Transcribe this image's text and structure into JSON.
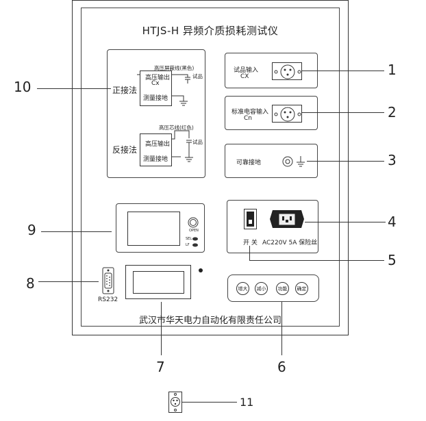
{
  "title": "HTJS-H 异频介质损耗测试仪",
  "company": "武汉市华天电力自动化有限责任公司",
  "wiring": {
    "forward": {
      "label": "正接法",
      "top_label": "高压屏蔽线(黑色)",
      "out_label": "高压输出",
      "out_sub": "Cx",
      "ground_label": "测量接地",
      "sample_label": "试品"
    },
    "reverse": {
      "label": "反接法",
      "top_label": "高压芯线(红色)",
      "out_label": "高压输出",
      "ground_label": "测量接地",
      "sample_label": "试品"
    }
  },
  "ports": {
    "sample_input": {
      "label": "试品输入",
      "sub": "CX"
    },
    "std_cap_input": {
      "label": "标准电容输入",
      "sub": "Cn"
    },
    "ground": {
      "label": "可靠接地"
    }
  },
  "power": {
    "switch_label": "开 关",
    "fuse_label": "AC220V 5A  保险丝"
  },
  "printer": {
    "open_label": "OPEN",
    "sel_label": "SEL",
    "lf_label": "LF"
  },
  "serial": {
    "label": "RS232"
  },
  "buttons": [
    "增大",
    "减小",
    "功能",
    "确定"
  ],
  "callouts": {
    "n1": "1",
    "n2": "2",
    "n3": "3",
    "n4": "4",
    "n5": "5",
    "n6": "6",
    "n7": "7",
    "n8": "8",
    "n9": "9",
    "n10": "10",
    "n11": "11"
  },
  "icons": [
    "ground-icon",
    "connector-icon",
    "switch-icon",
    "power-socket-icon",
    "db9-icon"
  ]
}
